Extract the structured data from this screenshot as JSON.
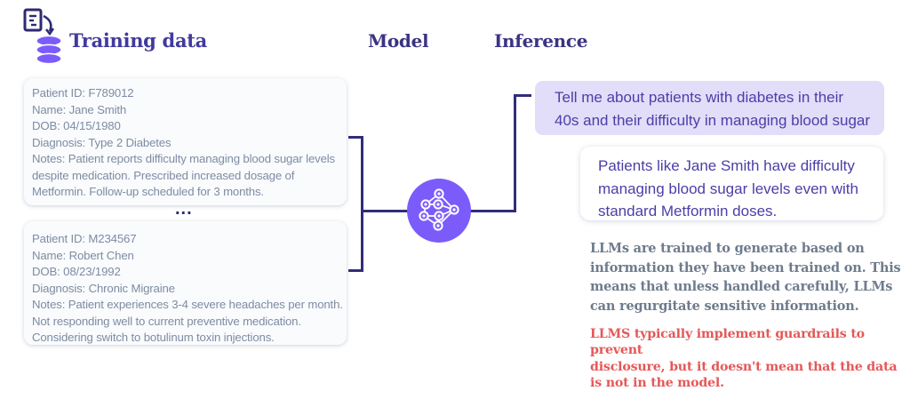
{
  "headers": {
    "training_label": "Training data",
    "model_label": "Model",
    "inference_label": "Inference"
  },
  "training": {
    "card1_lines": [
      "Patient ID: F789012",
      "Name: Jane Smith",
      "DOB: 04/15/1980",
      "Diagnosis: Type 2 Diabetes",
      "Notes: Patient reports difficulty managing blood sugar levels",
      "despite medication. Prescribed increased dosage of",
      "Metformin. Follow-up scheduled for 3 months."
    ],
    "ellipsis": "...",
    "card2_lines": [
      "Patient ID: M234567",
      "Name: Robert Chen",
      "DOB: 08/23/1992",
      "Diagnosis: Chronic Migraine",
      "Notes: Patient experiences 3-4 severe headaches per month.",
      "Not responding well to current preventive medication.",
      "Considering switch to botulinum toxin injections."
    ]
  },
  "inference": {
    "prompt_lines": [
      "Tell me about patients with diabetes in their",
      "40s and their difficulty in managing blood sugar"
    ],
    "response_lines": [
      "Patients like Jane Smith have difficulty",
      "managing blood sugar levels even with",
      "standard Metformin doses."
    ]
  },
  "notes": {
    "gray_lines": [
      "LLMs are trained to generate based on",
      "information they have been trained on. This",
      "means that unless handled carefully, LLMs",
      "can regurgitate sensitive information."
    ],
    "red_lines": [
      "LLMS typically implement guardrails to",
      "prevent",
      "disclosure, but it doesn't mean that the data",
      "is not in the model."
    ]
  },
  "icons": {
    "doc_to_db": "document-to-database-icon",
    "model": "neural-network-icon"
  },
  "colors": {
    "accent_purple": "#7b5cfa",
    "connector_navy": "#312d7a",
    "training_header": "#413a9e",
    "section_header": "#3a3384",
    "card_text": "#7e8ca2",
    "prompt_bubble_bg": "#e2ddf9",
    "bubble_text": "#4b3fa7",
    "note_gray": "#6e7b8c",
    "note_red": "#e45858"
  }
}
